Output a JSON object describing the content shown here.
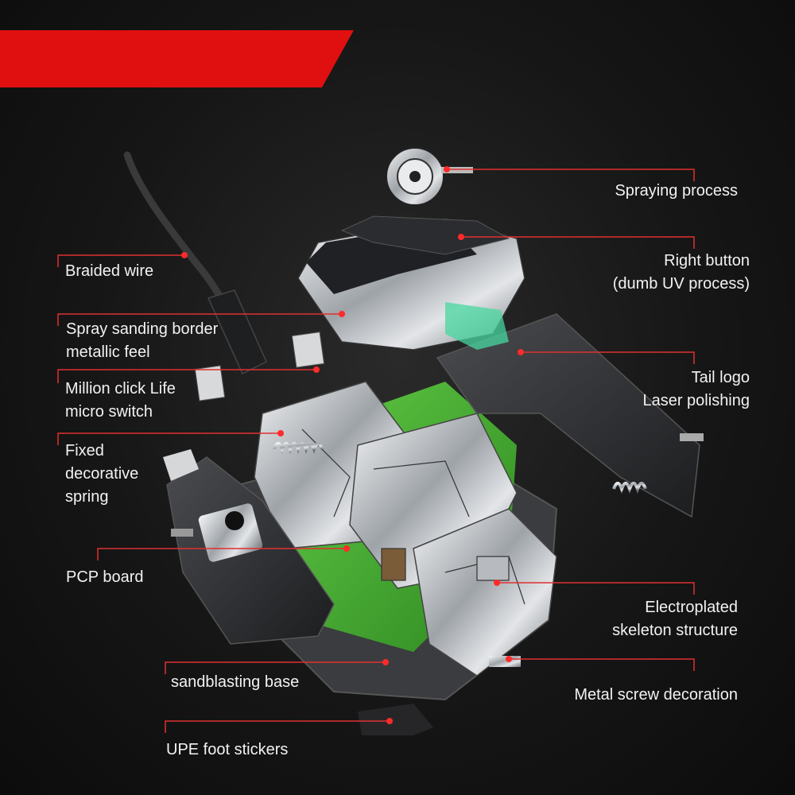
{
  "banner": {
    "color": "#e01010",
    "text": ""
  },
  "colors": {
    "leader_line": "#e03030",
    "dot": "#ff2a2a",
    "label_text": "#f2f2f2",
    "pcb_green": "#43c22e",
    "metal": "#c9ccd0",
    "shell_dark": "#2b2d30"
  },
  "labels": {
    "spraying_process": "Spraying process",
    "right_button": "Right button\n(dumb UV process)",
    "braided_wire": "Braided wire",
    "spray_sanding": "Spray sanding border\nmetallic feel",
    "tail_logo": "Tail logo\nLaser polishing",
    "micro_switch": "Million click Life\nmicro switch",
    "spring": "Fixed\ndecorative\nspring",
    "pcp_board": "PCP board",
    "skeleton": "Electroplated\nskeleton structure",
    "sandblasting_base": "sandblasting base",
    "metal_screw": "Metal screw decoration",
    "upe_foot": "UPE foot stickers"
  },
  "illustration": {
    "subject": "exploded-view gaming mouse",
    "icon": "mouse-exploded-illustration"
  }
}
